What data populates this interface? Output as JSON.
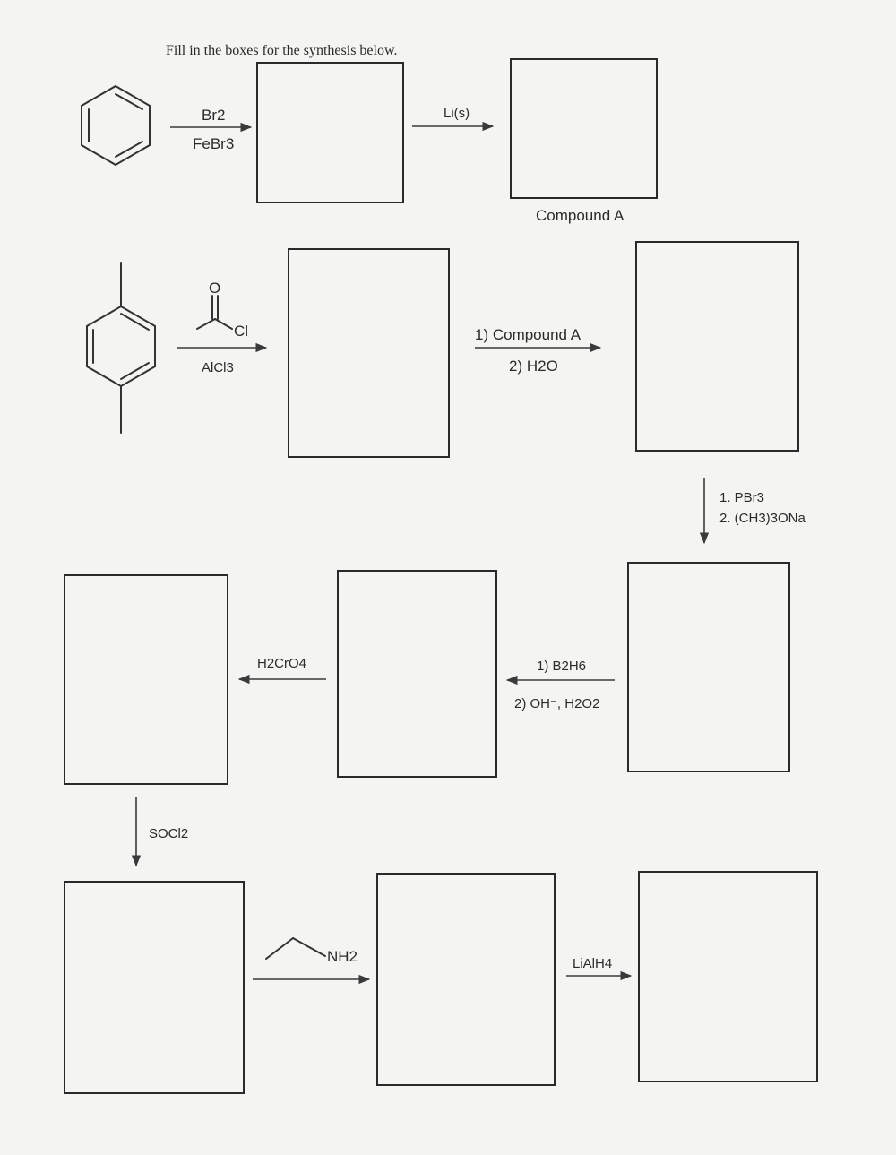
{
  "instructions": "Fill in the boxes for the synthesis below.",
  "row1": {
    "step1": {
      "top": "Br2",
      "bottom": "FeBr3"
    },
    "step2": {
      "top": "Li(s)"
    },
    "product_label": "Compound A"
  },
  "row2": {
    "reagent_atom_o": "O",
    "reagent_atom_cl": "Cl",
    "step1_catalyst": "AlCl3",
    "step2": {
      "line1": "1) Compound A",
      "line2": "2) H2O"
    }
  },
  "down1": {
    "line1": "1. PBr3",
    "line2": "2. (CH3)3ONa"
  },
  "row3": {
    "hydroboration": {
      "line1": "1) B2H6",
      "line2": "2) OH⁻, H2O2"
    },
    "oxidation": "H2CrO4"
  },
  "down2": "SOCl2",
  "row4": {
    "amine_label": "NH2",
    "reduction": "LiAlH4"
  }
}
